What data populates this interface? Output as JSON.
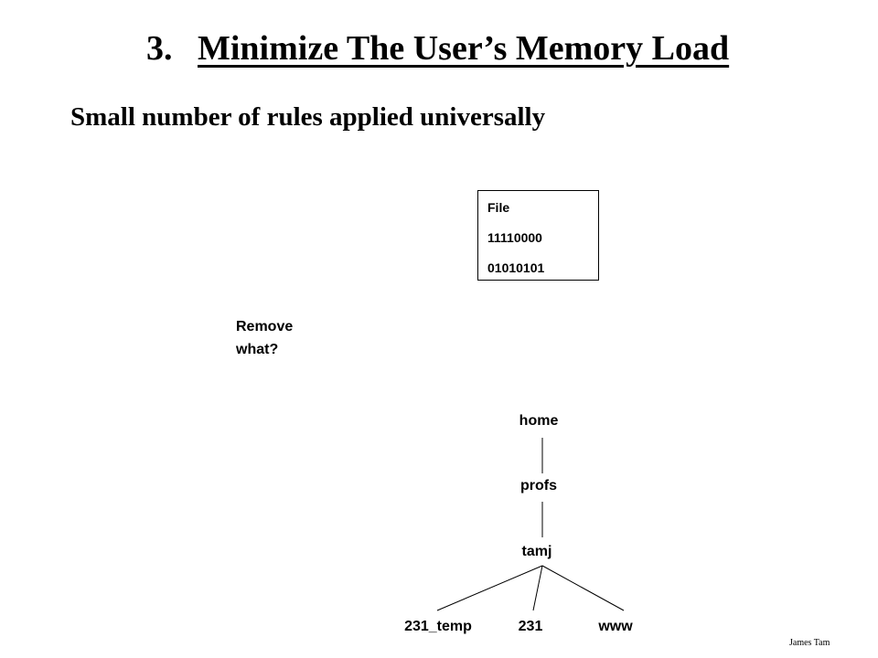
{
  "slide": {
    "number": "3.",
    "title": "Minimize The User’s Memory Load",
    "subtitle": "Small number of rules applied universally",
    "author": "James Tam"
  },
  "file_box": {
    "label": "File",
    "lines": [
      "11110000",
      "01010101"
    ]
  },
  "prompt": {
    "line1": "Remove",
    "line2": "what?"
  },
  "tree": {
    "root": "home",
    "level1": "profs",
    "level2": "tamj",
    "leaves": [
      "231_temp",
      "231",
      "www"
    ]
  }
}
